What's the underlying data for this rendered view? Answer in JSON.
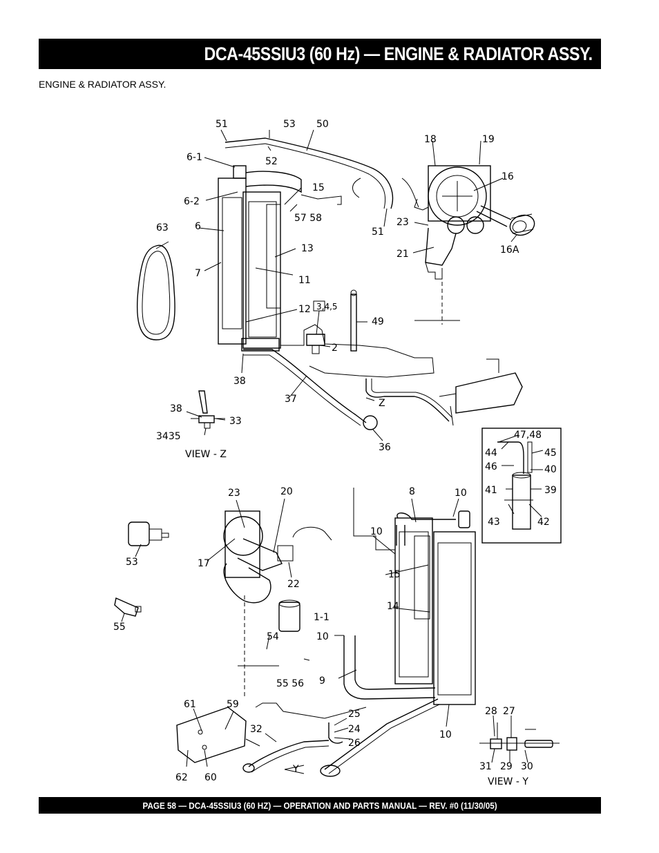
{
  "header": {
    "title": "DCA-45SSIU3 (60 Hz) — ENGINE & RADIATOR ASSY."
  },
  "section_title": "ENGINE & RADIATOR ASSY.",
  "footer": {
    "text": "PAGE 58 — DCA-45SSIU3 (60 HZ) —  OPERATION AND PARTS  MANUAL — REV. #0  (11/30/05)"
  },
  "callouts": [
    "51",
    "53",
    "50",
    "52",
    "6-1",
    "18",
    "19",
    "16",
    "15",
    "6-2",
    "57 58",
    "23",
    "51",
    "63",
    "6",
    "21",
    "16A",
    "13",
    "7",
    "11",
    "12",
    "3,4,5",
    "49",
    "2",
    "38",
    "37",
    "Z",
    "38",
    "33",
    "3435",
    "36",
    "VIEW - Z",
    "47,48",
    "44",
    "45",
    "46",
    "40",
    "41",
    "39",
    "43",
    "42",
    "23",
    "20",
    "8",
    "10",
    "53",
    "10",
    "17",
    "22",
    "15",
    "14",
    "55",
    "1-1",
    "54",
    "10",
    "9",
    "55 56",
    "61",
    "59",
    "25",
    "32",
    "24",
    "26",
    "10",
    "28",
    "27",
    "62",
    "60",
    "Y",
    "31",
    "29",
    "30",
    "VIEW - Y"
  ]
}
